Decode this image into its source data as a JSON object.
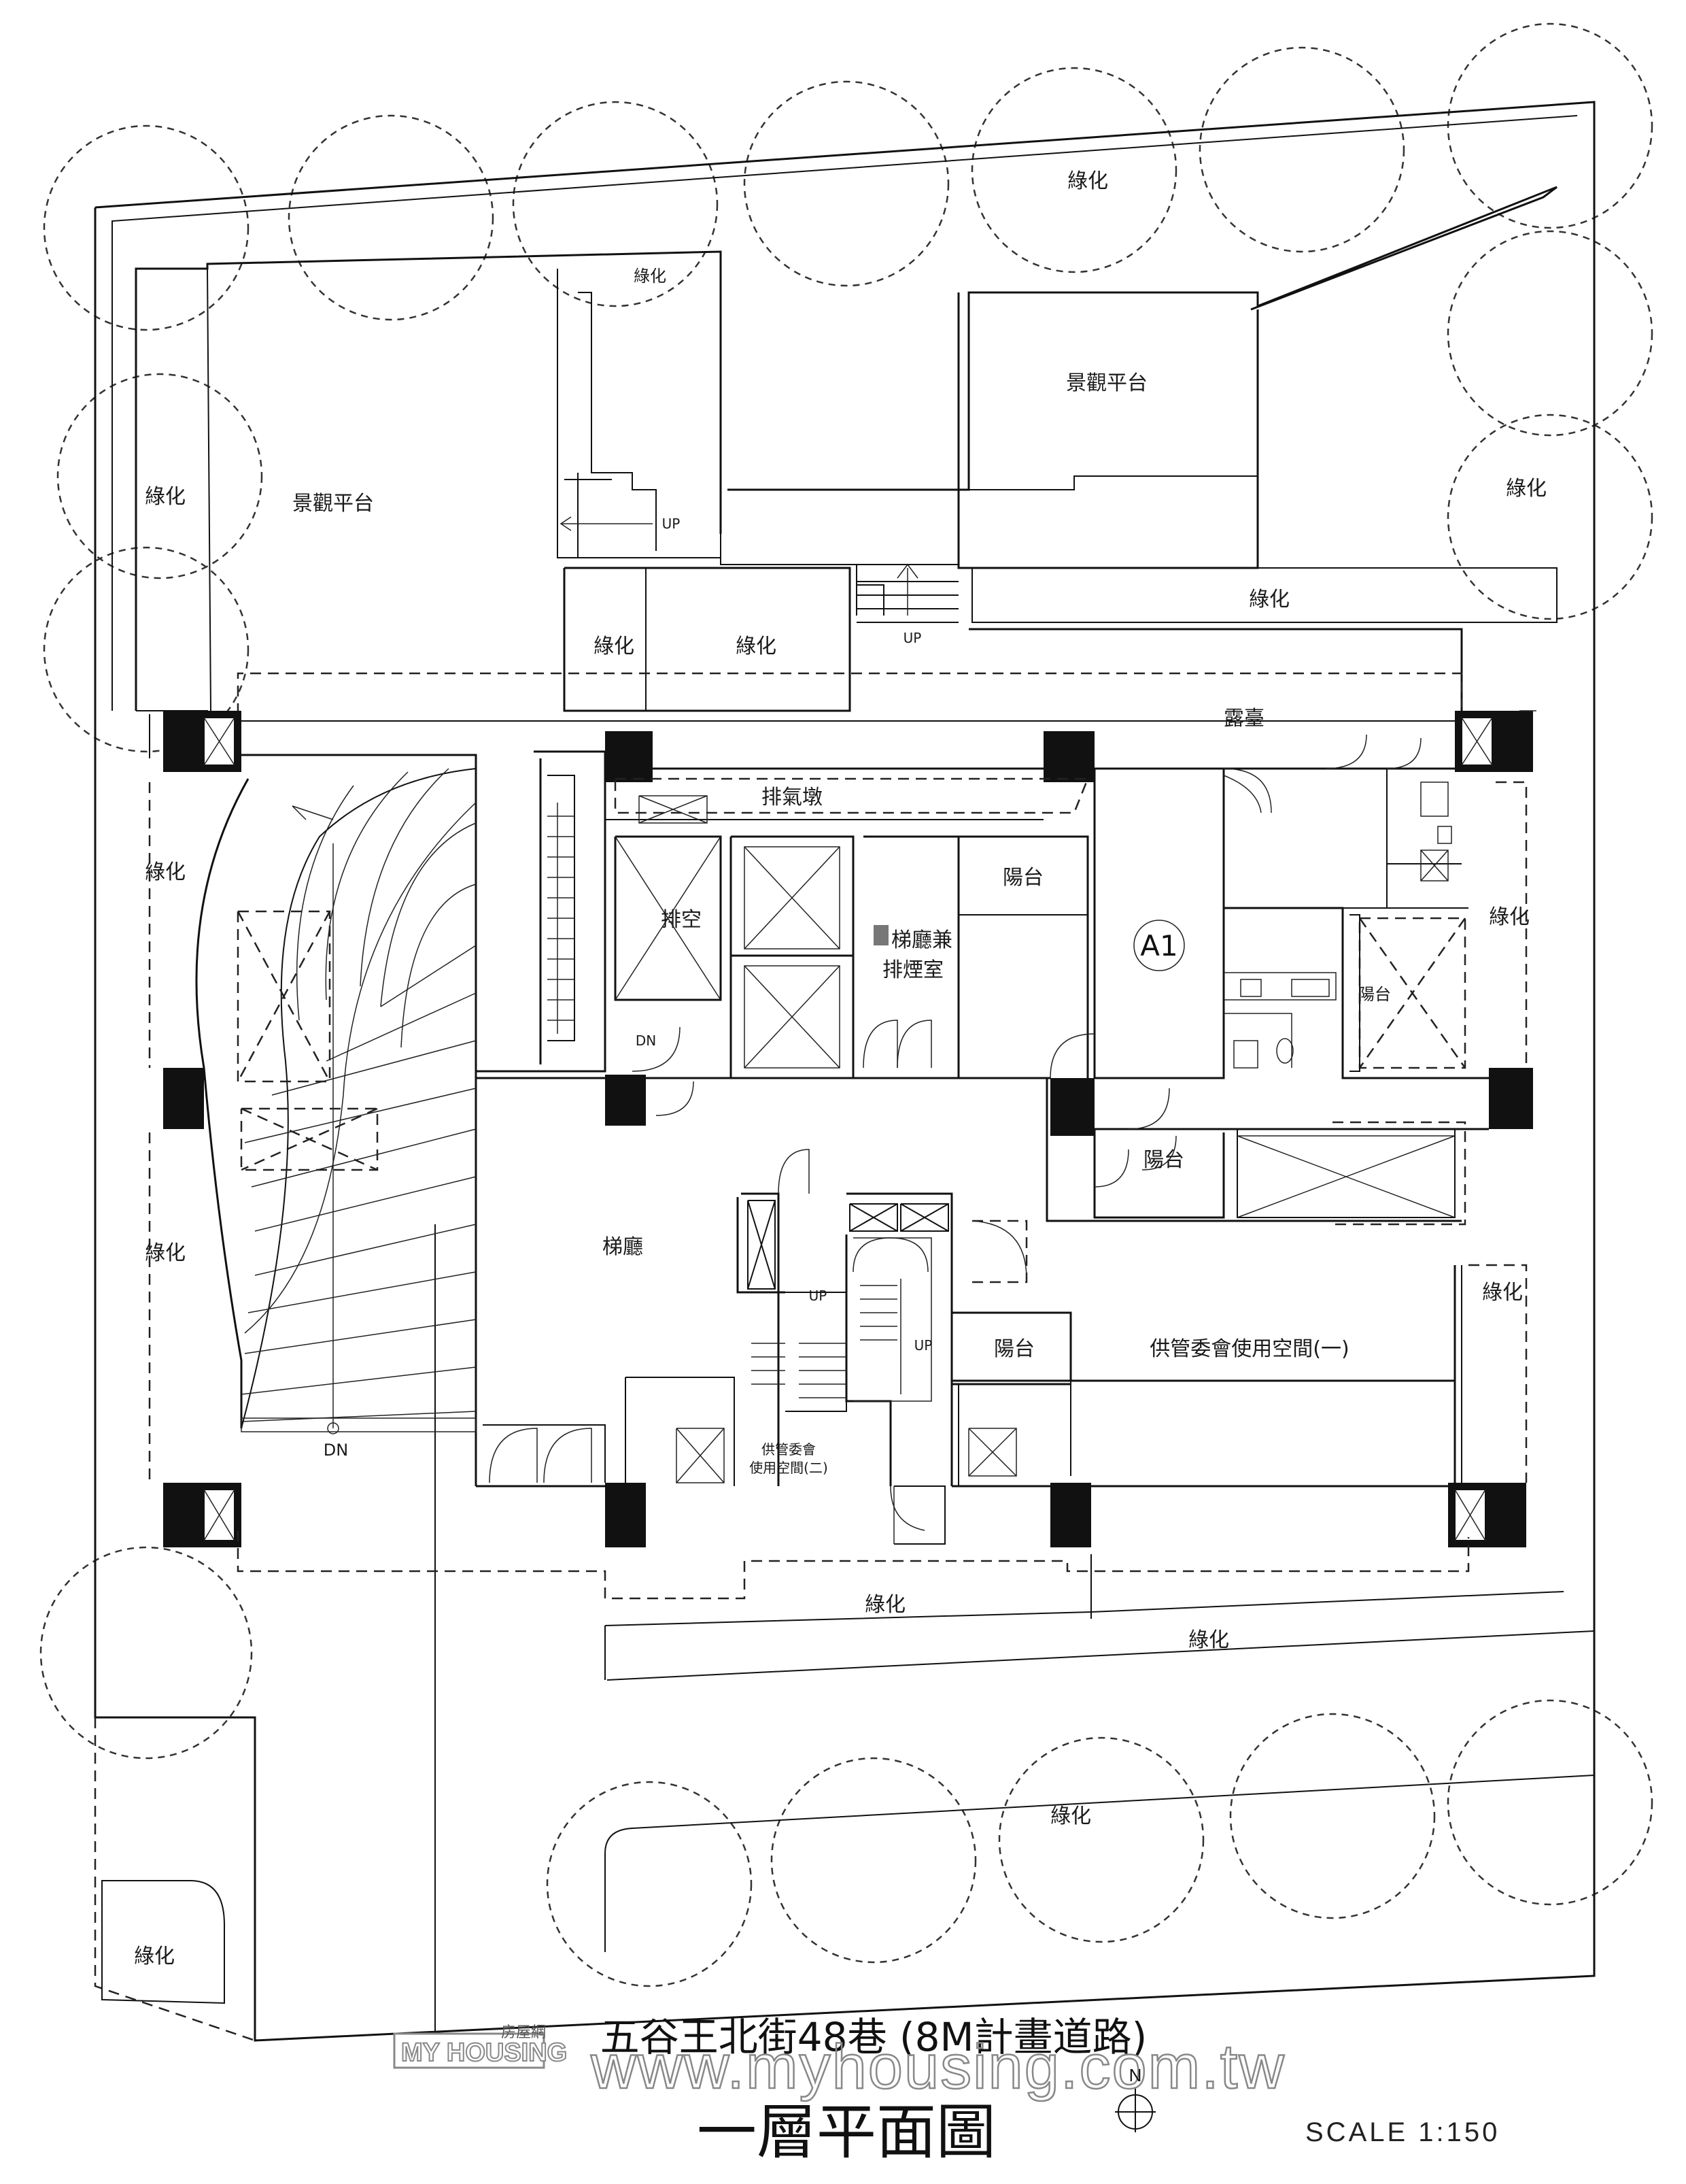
{
  "plan": {
    "title": "一層平面圖",
    "scale": "SCALE  1:150",
    "north": "N",
    "road": "五谷王北街48巷 (8M計畫道路)"
  },
  "watermark": {
    "url": "www.myhousing.com.tw",
    "logo_text": "MY HOUSING",
    "logo_cn": "房屋網"
  },
  "rooms": {
    "greenery_top_center": "綠化",
    "greenery_top_small": "綠化",
    "landscape_left": "景觀平台",
    "landscape_right": "景觀平台",
    "greenery_left_upper": "綠化",
    "greenery_right_upper": "綠化",
    "greenery_strip_right": "綠化",
    "greenery_mid_a": "綠化",
    "greenery_mid_b": "綠化",
    "terrace": "露臺",
    "exhaust_pier": "排氣墩",
    "exhaust_void": "排空",
    "lobby_smoke_1": "梯廳兼",
    "lobby_smoke_2": "排煙室",
    "balcony_1": "陽台",
    "unit": "A1",
    "greenery_left_mid": "綠化",
    "greenery_right_mid": "綠化",
    "balcony_2": "陽台",
    "balcony_3": "陽台",
    "elevator_lobby": "梯廳",
    "greenery_left_low": "綠化",
    "greenery_right_low": "綠化",
    "balcony_4": "陽台",
    "mgmt_space_1": "供管委會使用空間(一)",
    "mgmt_space_2a": "供管委會",
    "mgmt_space_2b": "使用空間(二)",
    "greenery_bottom_a": "綠化",
    "greenery_bottom_b": "綠化",
    "greenery_bottom_c": "綠化",
    "greenery_corner": "綠化"
  },
  "markers": {
    "up_1": "UP",
    "up_2": "UP",
    "up_3": "UP",
    "up_4": "UP",
    "dn_1": "DN",
    "dn_2": "DN"
  }
}
